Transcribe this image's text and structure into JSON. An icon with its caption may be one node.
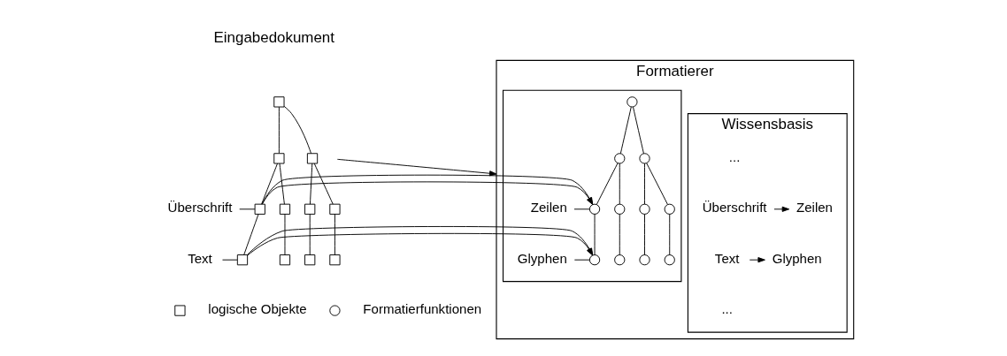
{
  "diagram": {
    "nodes": [
      {
        "text": [],
        "shape": "box"
      },
      {
        "text": [],
        "shape": "box"
      },
      {
        "text": [],
        "shape": "box"
      },
      {
        "text": [],
        "shape": "box"
      },
      {
        "text": [],
        "shape": "box"
      },
      {
        "text": [],
        "shape": "box"
      },
      {
        "text": [],
        "shape": "box"
      },
      {
        "text": [],
        "shape": "box"
      },
      {
        "text": [],
        "shape": "box"
      },
      {
        "text": [],
        "shape": "box"
      },
      {
        "text": [],
        "shape": "box"
      },
      {
        "text": [
          "Überschrift"
        ]
      },
      {
        "text": [
          "Text"
        ]
      },
      {
        "text": [
          "Formatierer"
        ]
      },
      {
        "text": [
          "Wissensbasis"
        ],
        "in": 13
      },
      {
        "text": [
          "Überschrift"
        ],
        "in": 14
      },
      {
        "text": [
          "Zeilen"
        ],
        "in": 14
      },
      {
        "text": [
          "Text"
        ],
        "in": 14
      },
      {
        "text": [
          "Glyphen"
        ],
        "in": 14
      },
      {
        "text": [],
        "shape": "box",
        "in": 13
      },
      {
        "text": [],
        "shape": "circle",
        "in": 19
      },
      {
        "text": [],
        "shape": "circle",
        "in": 19
      },
      {
        "text": [],
        "shape": "circle",
        "in": 19
      },
      {
        "text": [],
        "shape": "circle",
        "in": 19
      },
      {
        "text": [],
        "shape": "circle",
        "in": 19
      },
      {
        "text": [],
        "shape": "circle",
        "in": 19
      },
      {
        "text": [],
        "shape": "circle",
        "in": 19
      },
      {
        "text": [],
        "shape": "circle",
        "in": 19
      },
      {
        "text": [],
        "shape": "circle",
        "in": 19
      },
      {
        "text": [],
        "shape": "circle",
        "in": 19
      },
      {
        "text": [],
        "shape": "circle",
        "in": 19
      },
      {
        "text": [
          "Zeilen"
        ],
        "in": 19
      },
      {
        "text": [
          "Glyphen"
        ],
        "in": 19
      }
    ],
    "edges": [
      {
        "from": 0,
        "to": 1,
        "arrow": "none"
      },
      {
        "from": 0,
        "to": 2,
        "arrow": "none"
      },
      {
        "from": 1,
        "to": 3,
        "arrow": "none"
      },
      {
        "from": 1,
        "to": 4,
        "arrow": "none"
      },
      {
        "from": 2,
        "to": 5,
        "arrow": "none"
      },
      {
        "from": 2,
        "to": 6,
        "arrow": "none"
      },
      {
        "from": 3,
        "to": 7,
        "arrow": "none"
      },
      {
        "from": 4,
        "to": 8,
        "arrow": "none"
      },
      {
        "from": 5,
        "to": 9,
        "arrow": "none"
      },
      {
        "from": 6,
        "to": 10,
        "arrow": "none"
      },
      {
        "from": 11,
        "to": 3,
        "arrow": "none"
      },
      {
        "from": 12,
        "to": 7,
        "arrow": "none"
      },
      {
        "from": null,
        "to": 13,
        "arrow": "to"
      },
      {
        "from": 15,
        "to": 16,
        "arrow": "to"
      },
      {
        "from": 17,
        "to": 18,
        "arrow": "to"
      },
      {
        "from": 20,
        "to": 21,
        "arrow": "none"
      },
      {
        "from": 20,
        "to": 22,
        "arrow": "none"
      },
      {
        "from": 21,
        "to": 23,
        "arrow": "none"
      },
      {
        "from": 21,
        "to": 24,
        "arrow": "none"
      },
      {
        "from": 22,
        "to": 25,
        "arrow": "none"
      },
      {
        "from": 22,
        "to": 26,
        "arrow": "none"
      },
      {
        "from": 23,
        "to": 27,
        "arrow": "none"
      },
      {
        "from": 24,
        "to": 28,
        "arrow": "none"
      },
      {
        "from": 25,
        "to": 29,
        "arrow": "none"
      },
      {
        "from": 26,
        "to": 30,
        "arrow": "none"
      },
      {
        "from": 31,
        "to": 23,
        "arrow": "none"
      },
      {
        "from": 32,
        "to": 27,
        "arrow": "none"
      },
      {
        "from": 3,
        "to": 23,
        "arrow": "to"
      },
      {
        "from": 7,
        "to": 27,
        "arrow": "to"
      }
    ],
    "labels": [
      "Eingabedokument",
      "...",
      "..."
    ],
    "legend": [
      {
        "text": "logische Objekte"
      },
      {
        "text": "Formatierfunktionen"
      }
    ]
  }
}
